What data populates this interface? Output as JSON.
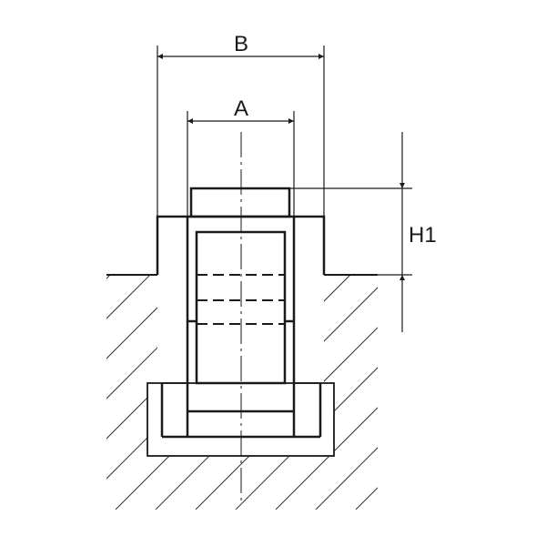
{
  "dimensions": {
    "b_label": "B",
    "a_label": "A",
    "h1_label": "H1"
  },
  "colors": {
    "line": "#1a1a1a",
    "background": "#ffffff"
  }
}
